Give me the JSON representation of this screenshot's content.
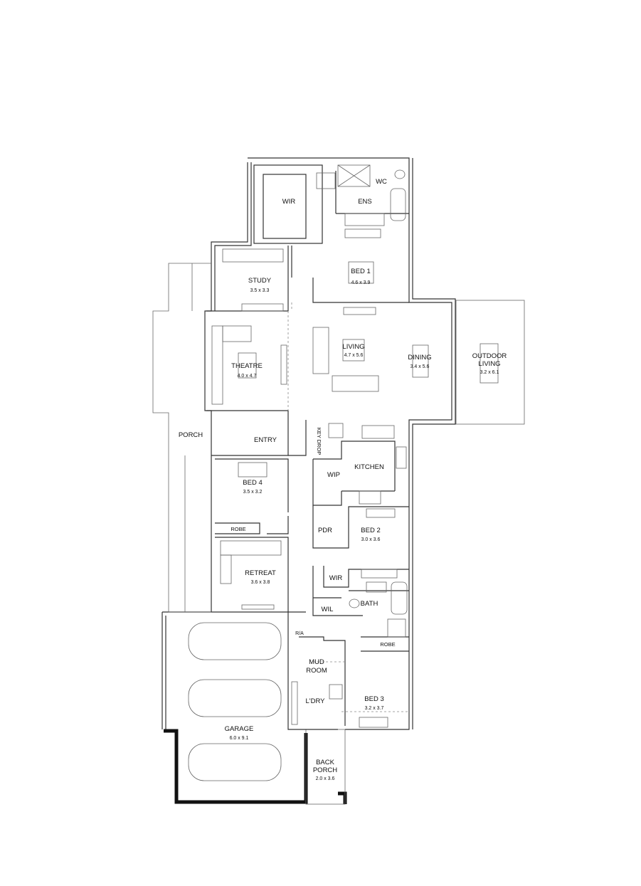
{
  "rooms": {
    "wir1": {
      "name": "WIR"
    },
    "ens": {
      "name": "ENS"
    },
    "wc": {
      "name": "WC"
    },
    "bed1": {
      "name": "BED 1",
      "size": "4.6 x 3.9"
    },
    "study": {
      "name": "STUDY",
      "size": "3.5 x 3.3"
    },
    "theatre": {
      "name": "THEATRE",
      "size": "4.0 x 4.7"
    },
    "living": {
      "name": "LIVING",
      "size": "4.7 x 5.6"
    },
    "dining": {
      "name": "DINING",
      "size": "3.4 x 5.6"
    },
    "outdoor": {
      "name1": "OUTDOOR",
      "name2": "LIVING",
      "size": "3.2 x 6.1"
    },
    "porch": {
      "name": "PORCH"
    },
    "entry": {
      "name": "ENTRY"
    },
    "keydrop": {
      "name": "KEY DROP"
    },
    "kitchen": {
      "name": "KITCHEN"
    },
    "wip": {
      "name": "WIP"
    },
    "bed4": {
      "name": "BED 4",
      "size": "3.5 x 3.2"
    },
    "robe4": {
      "name": "ROBE"
    },
    "pdr": {
      "name": "PDR"
    },
    "bed2": {
      "name": "BED 2",
      "size": "3.0 x 3.6"
    },
    "retreat": {
      "name": "RETREAT",
      "size": "3.6 x 3.8"
    },
    "wir2": {
      "name": "WIR"
    },
    "bath": {
      "name": "BATH"
    },
    "wil": {
      "name": "WIL"
    },
    "ra": {
      "name": "R/A"
    },
    "robe3": {
      "name": "ROBE"
    },
    "mud": {
      "name1": "MUD",
      "name2": "ROOM"
    },
    "ldry": {
      "name": "L'DRY"
    },
    "bed3": {
      "name": "BED 3",
      "size": "3.2 x 3.7"
    },
    "garage": {
      "name": "GARAGE",
      "size": "6.0 x 9.1"
    },
    "backporch": {
      "name1": "BACK",
      "name2": "PORCH",
      "size": "2.0 x 3.6"
    }
  }
}
